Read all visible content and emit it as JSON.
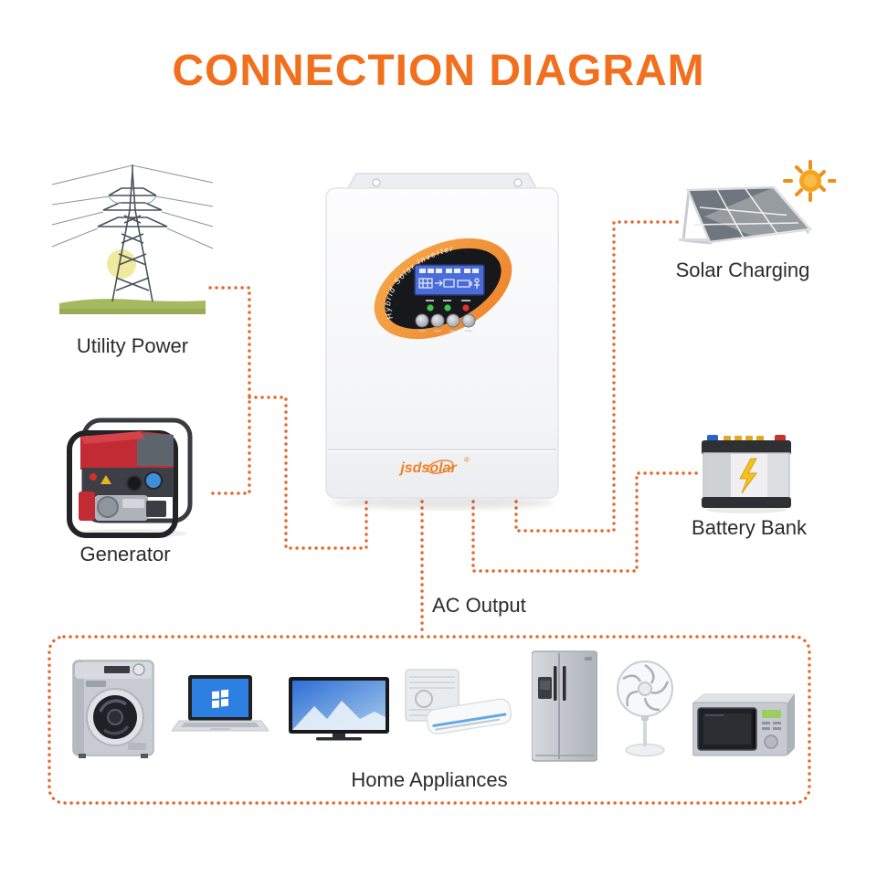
{
  "title": "CONNECTION DIAGRAM",
  "colors": {
    "title_orange": "#F26F1E",
    "connector_orange": "#E4682E",
    "label_dark": "#2B2B2B",
    "logo_orange": "#EE8127",
    "lcd_blue": "#4A6CD8"
  },
  "inverter": {
    "brand": "jsdsolar",
    "reg_mark": "®",
    "panel_text": "Hybrid Solar Inverter"
  },
  "nodes": {
    "utility_power": {
      "label": "Utility Power",
      "icon": "power-tower-icon"
    },
    "generator": {
      "label": "Generator",
      "icon": "generator-icon"
    },
    "solar_charging": {
      "label": "Solar Charging",
      "icon": "solar-panel-icon"
    },
    "battery_bank": {
      "label": "Battery Bank",
      "icon": "battery-icon"
    },
    "ac_output": {
      "label": "AC Output"
    },
    "home_appliances": {
      "label": "Home Appliances",
      "icons": [
        "washing-machine-icon",
        "laptop-icon",
        "tv-icon",
        "air-conditioner-icon",
        "refrigerator-icon",
        "fan-icon",
        "microwave-icon"
      ]
    }
  }
}
